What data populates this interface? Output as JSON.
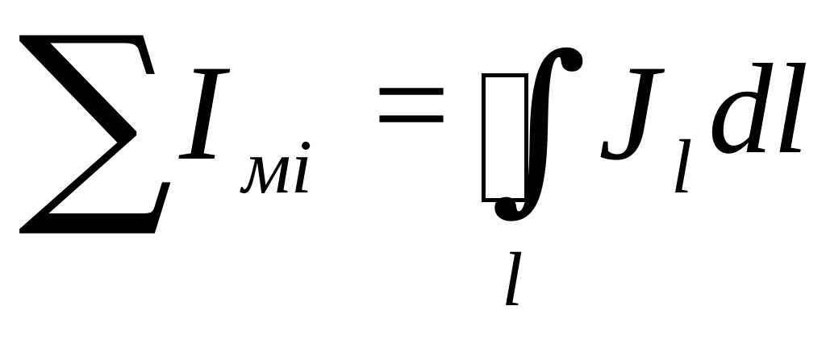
{
  "formula": {
    "sum_symbol": "∑",
    "current_symbol": "I",
    "current_subscript": "мi",
    "equals": "=",
    "missing_glyph": "▯",
    "integral_symbol": "∫",
    "integral_limit": "l",
    "density_symbol": "J",
    "density_subscript": "l",
    "differential": "dl"
  }
}
